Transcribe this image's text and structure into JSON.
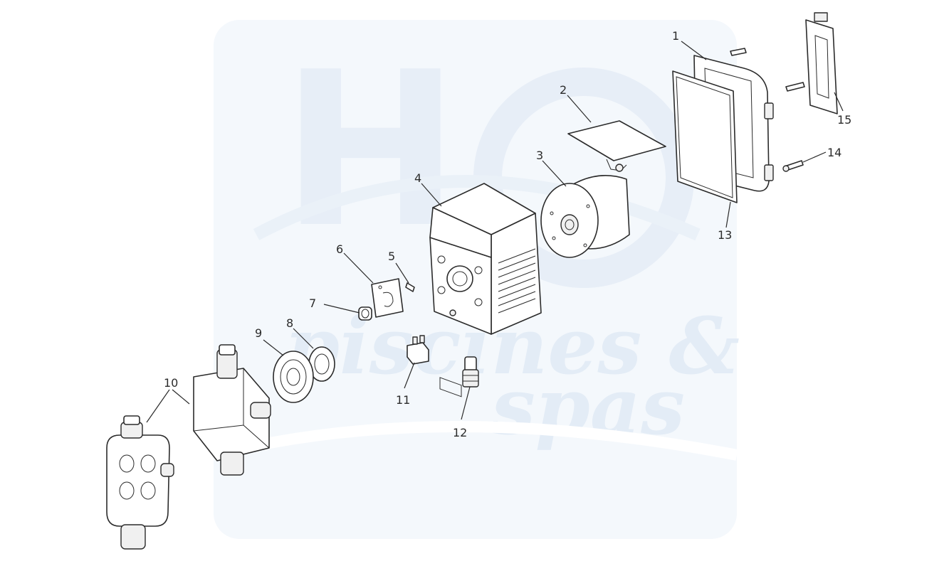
{
  "watermark": {
    "line1": "piscines &",
    "line2": "spas",
    "color": "#e3ecf6",
    "panel_color": "#f4f8fc"
  },
  "callouts": [
    {
      "id": "1",
      "text": "1"
    },
    {
      "id": "2",
      "text": "2"
    },
    {
      "id": "3",
      "text": "3"
    },
    {
      "id": "4",
      "text": "4"
    },
    {
      "id": "5",
      "text": "5"
    },
    {
      "id": "6",
      "text": "6"
    },
    {
      "id": "7",
      "text": "7"
    },
    {
      "id": "8",
      "text": "8"
    },
    {
      "id": "9",
      "text": "9"
    },
    {
      "id": "10",
      "text": "10"
    },
    {
      "id": "11",
      "text": "11"
    },
    {
      "id": "12",
      "text": "12"
    },
    {
      "id": "13",
      "text": "13"
    },
    {
      "id": "14",
      "text": "14"
    },
    {
      "id": "15",
      "text": "15"
    }
  ]
}
